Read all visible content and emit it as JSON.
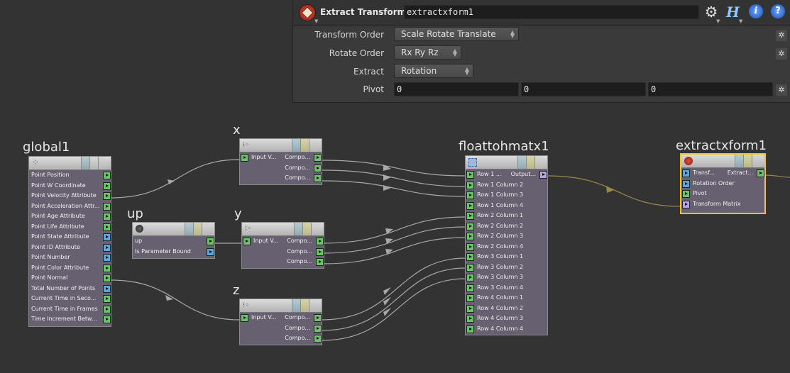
{
  "panel": {
    "node_type": "Extract Transform",
    "node_name": "extractxform1",
    "help_letter": "H",
    "info_icon": "info-icon",
    "help_icon": "help-icon",
    "params": [
      {
        "label": "Transform Order",
        "value": "Scale Rotate Translate"
      },
      {
        "label": "Rotate Order",
        "value": "Rx Ry Rz"
      },
      {
        "label": "Extract",
        "value": "Rotation"
      },
      {
        "label": "Pivot",
        "values": [
          "0",
          "0",
          "0"
        ]
      }
    ]
  },
  "nodes": {
    "global1": {
      "title": "global1",
      "params": [
        "Point Position",
        "Point W Coordinate",
        "Point Velocity Attribute",
        "Point Acceleration Attr...",
        "Point Age Attribute",
        "Point Life Attribute",
        "Point State Attribute",
        "Point ID Attribute",
        "Point Number",
        "Point Color Attribute",
        "Point Normal",
        "Total Number of Points",
        "Current Time in Seco...",
        "Current Time in Frames",
        "Time Increment Betw..."
      ]
    },
    "up": {
      "title": "up",
      "params": [
        "up",
        "Is Parameter Bound"
      ]
    },
    "x": {
      "title": "x",
      "input": "Input V...",
      "outputs": [
        "Compo...",
        "Compo...",
        "Compo..."
      ]
    },
    "y": {
      "title": "y",
      "input": "Input V...",
      "outputs": [
        "Compo...",
        "Compo...",
        "Compo..."
      ]
    },
    "z": {
      "title": "z",
      "input": "Input V...",
      "outputs": [
        "Compo...",
        "Compo...",
        "Compo..."
      ]
    },
    "floattohmatx1": {
      "title": "floattohmatx1",
      "output": "Output...",
      "inputs": [
        "Row 1 ...",
        "Row 1 Column 2",
        "Row 1 Column 3",
        "Row 1 Column 4",
        "Row 2 Column 1",
        "Row 2 Column 2",
        "Row 2 Column 3",
        "Row 2 Column 4",
        "Row 3 Column 1",
        "Row 3 Column 2",
        "Row 3 Column 3",
        "Row 3 Column 4",
        "Row 4 Column 1",
        "Row 4 Column 2",
        "Row 4 Column 3",
        "Row 4 Column 4"
      ]
    },
    "extractxform1": {
      "title": "extractxform1",
      "output": "Extract...",
      "inputs": [
        "Transf...",
        "Rotation Order",
        "Pivot",
        "Transform Matrix"
      ]
    }
  },
  "colors": {
    "background": "#333333",
    "node_body": "#676070",
    "wire": "#a8a8a8",
    "wire_matrix": "#9a8a48",
    "selected_border": "#f5c518",
    "port_float": "#6cc36a",
    "port_int": "#5fa6d6",
    "port_matrix": "#b6a4e6"
  }
}
